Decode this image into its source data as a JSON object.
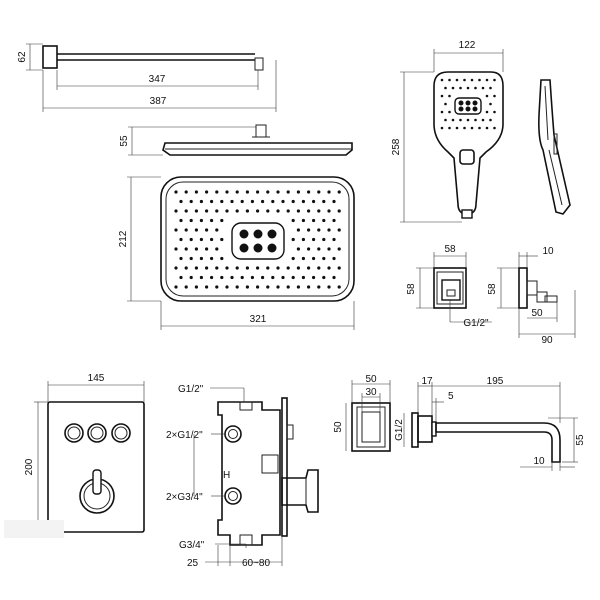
{
  "drawing": {
    "overhead_shower": {
      "arm_height": "62",
      "arm_length": "347",
      "total_length": "387",
      "head_height": "55",
      "head_depth": "212",
      "head_width": "321"
    },
    "hand_shower": {
      "width": "122",
      "length": "258"
    },
    "wall_outlet": {
      "width": "58",
      "height": "58",
      "thread": "G1/2\"",
      "side_depth": "10",
      "side_height": "58",
      "outlet_offset": "50",
      "total_depth": "90"
    },
    "control_plate": {
      "width": "145",
      "height": "200"
    },
    "mixer_body": {
      "top_thread": "G1/2\"",
      "side_threads_upper": "2×G1/2\"",
      "side_threads_lower": "2×G3/4\"",
      "bottom_thread": "G3/4\"",
      "depth_min": "25",
      "install_depth": "60~80"
    },
    "spout": {
      "flange_outer": "50",
      "flange_inner": "30",
      "flange_height": "50",
      "thread": "G1/2",
      "flange_depth": "17",
      "gap": "5",
      "length": "195",
      "height": "55",
      "tip": "10"
    }
  }
}
